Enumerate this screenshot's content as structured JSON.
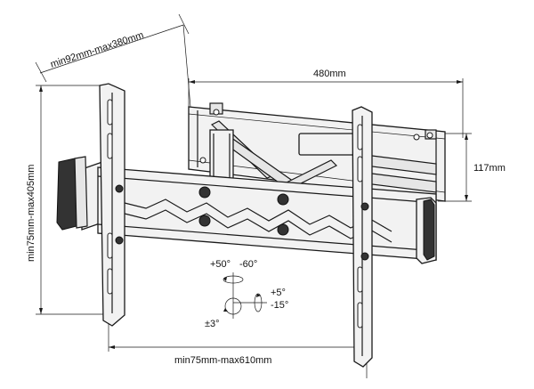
{
  "diagram": {
    "labels": {
      "arm_depth": "min92mm-max380mm",
      "wall_plate_width": "480mm",
      "wall_plate_height": "117mm",
      "vesa_vertical": "min75mm-max405mm",
      "vesa_horizontal": "min75mm-max610mm",
      "swivel_left": "+50°",
      "swivel_right": "-60°",
      "tilt_up": "+5°",
      "tilt_down": "-15°",
      "level_adjust": "±3°"
    }
  }
}
